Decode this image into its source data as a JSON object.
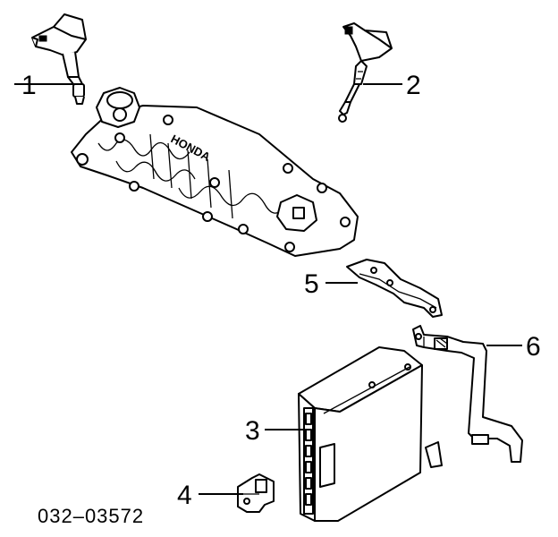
{
  "diagram": {
    "labels": {
      "p1": "1",
      "p2": "2",
      "p3": "3",
      "p4": "4",
      "p5": "5",
      "p6": "6"
    },
    "manifold_brand": "HONDA",
    "diagram_code": "032–03572"
  }
}
